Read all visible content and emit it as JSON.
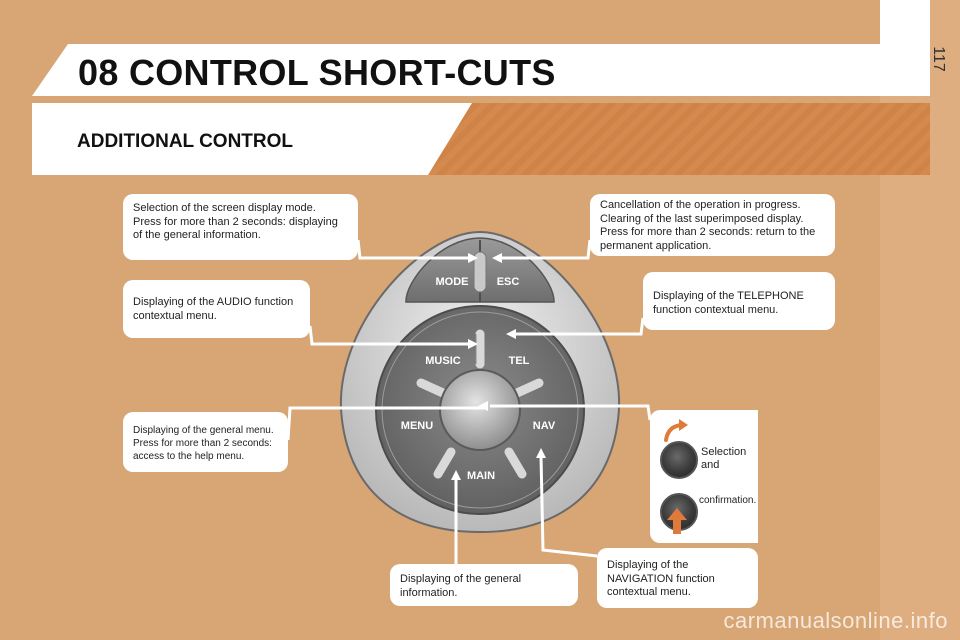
{
  "page_number": "117",
  "title": "08 CONTROL SHORT-CUTS",
  "subtitle": "ADDITIONAL CONTROL",
  "callouts": {
    "display_mode": "Selection of the screen display mode.\nPress for more than 2 seconds: displaying\nof the general information.",
    "cancel": "Cancellation of the operation in progress.\nClearing of the last superimposed display.\nPress for more than 2 seconds: return to the\npermanent application.",
    "audio": "Displaying of the AUDIO function\ncontextual menu.",
    "telephone": "Displaying of the TELEPHONE\nfunction contextual menu.",
    "general_menu": "Displaying of the general menu.\nPress for more than 2 seconds:\naccess to the help menu.",
    "general_info": "Displaying of the general\ninformation.",
    "navigation": "Displaying of the\nNAVIGATION function\ncontextual menu."
  },
  "selection": {
    "line1": "Selection\nand",
    "line2": "confirmation."
  },
  "buttons": {
    "mode": "MODE",
    "esc": "ESC",
    "music": "MUSIC",
    "tel": "TEL",
    "menu": "MENU",
    "nav": "NAV",
    "main": "MAIN"
  },
  "watermark": "carmanualsonline.info",
  "colors": {
    "page_background": "#d8a574",
    "stripe": "#cf8347",
    "arrow_orange": "#e07a3a",
    "knob_dark": "#3a3a3a"
  },
  "icons": [
    "rotate-arrow-icon",
    "push-arrow-icon"
  ]
}
